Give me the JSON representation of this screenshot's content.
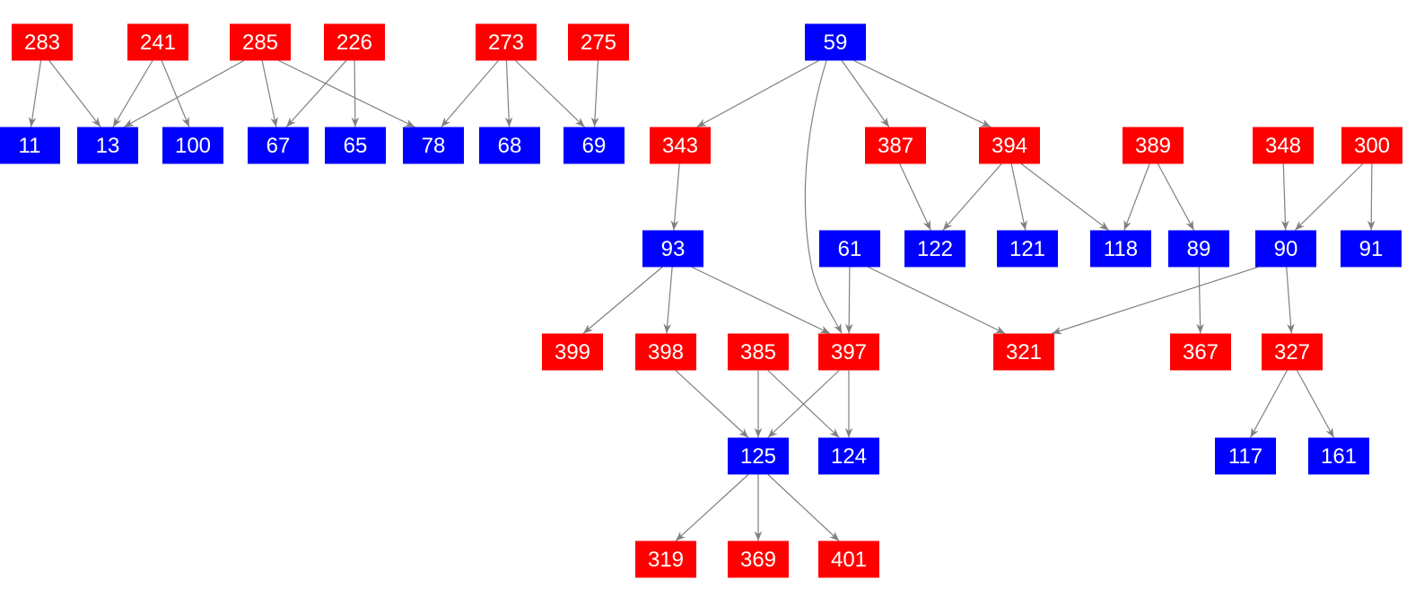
{
  "colors": {
    "red": "#ff0000",
    "blue": "#0000ff",
    "edge": "#808080",
    "text": "#ffffff"
  },
  "nodes": [
    {
      "label": "283",
      "color": "red"
    },
    {
      "label": "241",
      "color": "red"
    },
    {
      "label": "285",
      "color": "red"
    },
    {
      "label": "226",
      "color": "red"
    },
    {
      "label": "273",
      "color": "red"
    },
    {
      "label": "275",
      "color": "red"
    },
    {
      "label": "59",
      "color": "blue"
    },
    {
      "label": "11",
      "color": "blue"
    },
    {
      "label": "13",
      "color": "blue"
    },
    {
      "label": "100",
      "color": "blue"
    },
    {
      "label": "67",
      "color": "blue"
    },
    {
      "label": "65",
      "color": "blue"
    },
    {
      "label": "78",
      "color": "blue"
    },
    {
      "label": "68",
      "color": "blue"
    },
    {
      "label": "69",
      "color": "blue"
    },
    {
      "label": "343",
      "color": "red"
    },
    {
      "label": "387",
      "color": "red"
    },
    {
      "label": "394",
      "color": "red"
    },
    {
      "label": "389",
      "color": "red"
    },
    {
      "label": "348",
      "color": "red"
    },
    {
      "label": "300",
      "color": "red"
    },
    {
      "label": "93",
      "color": "blue"
    },
    {
      "label": "61",
      "color": "blue"
    },
    {
      "label": "122",
      "color": "blue"
    },
    {
      "label": "121",
      "color": "blue"
    },
    {
      "label": "118",
      "color": "blue"
    },
    {
      "label": "89",
      "color": "blue"
    },
    {
      "label": "90",
      "color": "blue"
    },
    {
      "label": "91",
      "color": "blue"
    },
    {
      "label": "399",
      "color": "red"
    },
    {
      "label": "398",
      "color": "red"
    },
    {
      "label": "385",
      "color": "red"
    },
    {
      "label": "397",
      "color": "red"
    },
    {
      "label": "321",
      "color": "red"
    },
    {
      "label": "367",
      "color": "red"
    },
    {
      "label": "327",
      "color": "red"
    },
    {
      "label": "125",
      "color": "blue"
    },
    {
      "label": "124",
      "color": "blue"
    },
    {
      "label": "117",
      "color": "blue"
    },
    {
      "label": "161",
      "color": "blue"
    },
    {
      "label": "319",
      "color": "red"
    },
    {
      "label": "369",
      "color": "red"
    },
    {
      "label": "401",
      "color": "red"
    }
  ],
  "edges": [
    [
      "283",
      "11"
    ],
    [
      "283",
      "13"
    ],
    [
      "241",
      "13"
    ],
    [
      "241",
      "100"
    ],
    [
      "285",
      "13"
    ],
    [
      "285",
      "67"
    ],
    [
      "285",
      "78"
    ],
    [
      "226",
      "67"
    ],
    [
      "226",
      "65"
    ],
    [
      "273",
      "78"
    ],
    [
      "273",
      "68"
    ],
    [
      "273",
      "69"
    ],
    [
      "275",
      "69"
    ],
    [
      "59",
      "343"
    ],
    [
      "59",
      "397"
    ],
    [
      "59",
      "387"
    ],
    [
      "59",
      "394"
    ],
    [
      "343",
      "93"
    ],
    [
      "387",
      "122"
    ],
    [
      "394",
      "122"
    ],
    [
      "394",
      "121"
    ],
    [
      "394",
      "118"
    ],
    [
      "389",
      "118"
    ],
    [
      "389",
      "89"
    ],
    [
      "348",
      "90"
    ],
    [
      "300",
      "90"
    ],
    [
      "300",
      "91"
    ],
    [
      "93",
      "399"
    ],
    [
      "93",
      "398"
    ],
    [
      "93",
      "397"
    ],
    [
      "61",
      "397"
    ],
    [
      "61",
      "321"
    ],
    [
      "90",
      "321"
    ],
    [
      "90",
      "327"
    ],
    [
      "89",
      "367"
    ],
    [
      "398",
      "125"
    ],
    [
      "385",
      "125"
    ],
    [
      "385",
      "124"
    ],
    [
      "397",
      "125"
    ],
    [
      "397",
      "124"
    ],
    [
      "327",
      "117"
    ],
    [
      "327",
      "161"
    ],
    [
      "125",
      "319"
    ],
    [
      "125",
      "369"
    ],
    [
      "125",
      "401"
    ]
  ]
}
